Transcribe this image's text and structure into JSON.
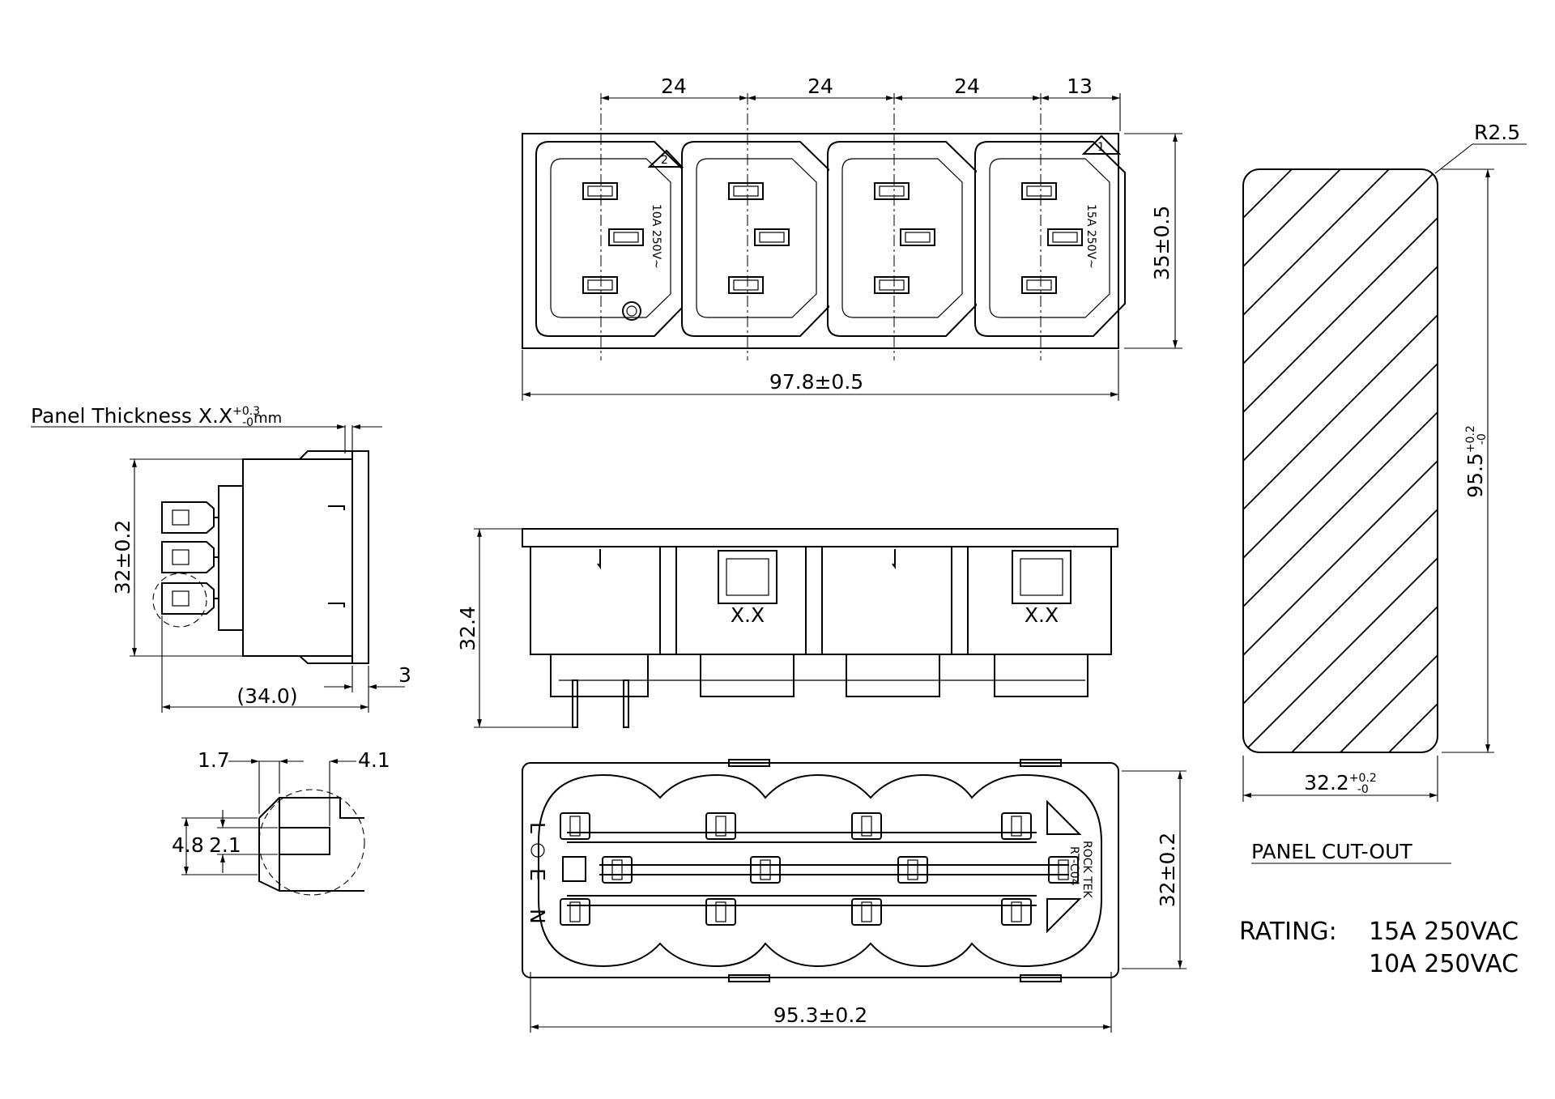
{
  "top_view": {
    "pitch_1": "24",
    "pitch_2": "24",
    "pitch_3": "24",
    "end_offset": "13",
    "height": "35±0.5",
    "overall_width": "97.8±0.5",
    "marker_left": "2",
    "marker_right": "1",
    "rating_left": "10A 250V~",
    "rating_right": "15A 250V~"
  },
  "side_view": {
    "panel_thickness_label": "Panel Thickness X.X",
    "panel_thickness_tol_upper": "+0.3",
    "panel_thickness_tol_lower": "-0",
    "panel_thickness_unit": "mm",
    "height": "32±0.2",
    "depth": "(34.0)",
    "flange": "3"
  },
  "detail_view": {
    "dim_a": "1.7",
    "dim_b": "4.1",
    "dim_c": "4.8",
    "dim_d": "2.1"
  },
  "front_view": {
    "height": "32.4",
    "label_left": "X.X",
    "label_right": "X.X"
  },
  "bottom_view": {
    "width": "95.3±0.2",
    "height": "32±0.2",
    "label_l": "L",
    "label_e": "E",
    "label_n": "N",
    "brand": "ROCK TEK",
    "model": "RT-C04"
  },
  "cutout": {
    "radius": "R2.5",
    "height": "95.5",
    "height_tol_upper": "+0.2",
    "height_tol_lower": "-0",
    "width": "32.2",
    "width_tol_upper": "+0.2",
    "width_tol_lower": "-0",
    "title": "PANEL CUT-OUT"
  },
  "rating": {
    "label": "RATING:",
    "line1": "15A 250VAC",
    "line2": "10A 250VAC"
  }
}
